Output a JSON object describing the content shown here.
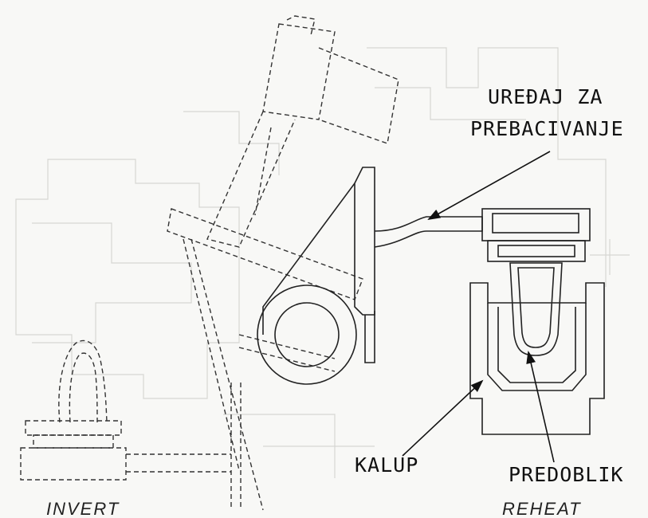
{
  "labels": {
    "transfer_device_line1": "UREĐAJ ZA",
    "transfer_device_line2": "PREBACIVANJE",
    "mold": "KALUP",
    "preform": "PREDOBLIK",
    "invert": "INVERT",
    "reheat": "REHEAT"
  },
  "colors": {
    "line": "#222222",
    "faint": "#d6d6d3",
    "paper": "#f8f8f6"
  }
}
